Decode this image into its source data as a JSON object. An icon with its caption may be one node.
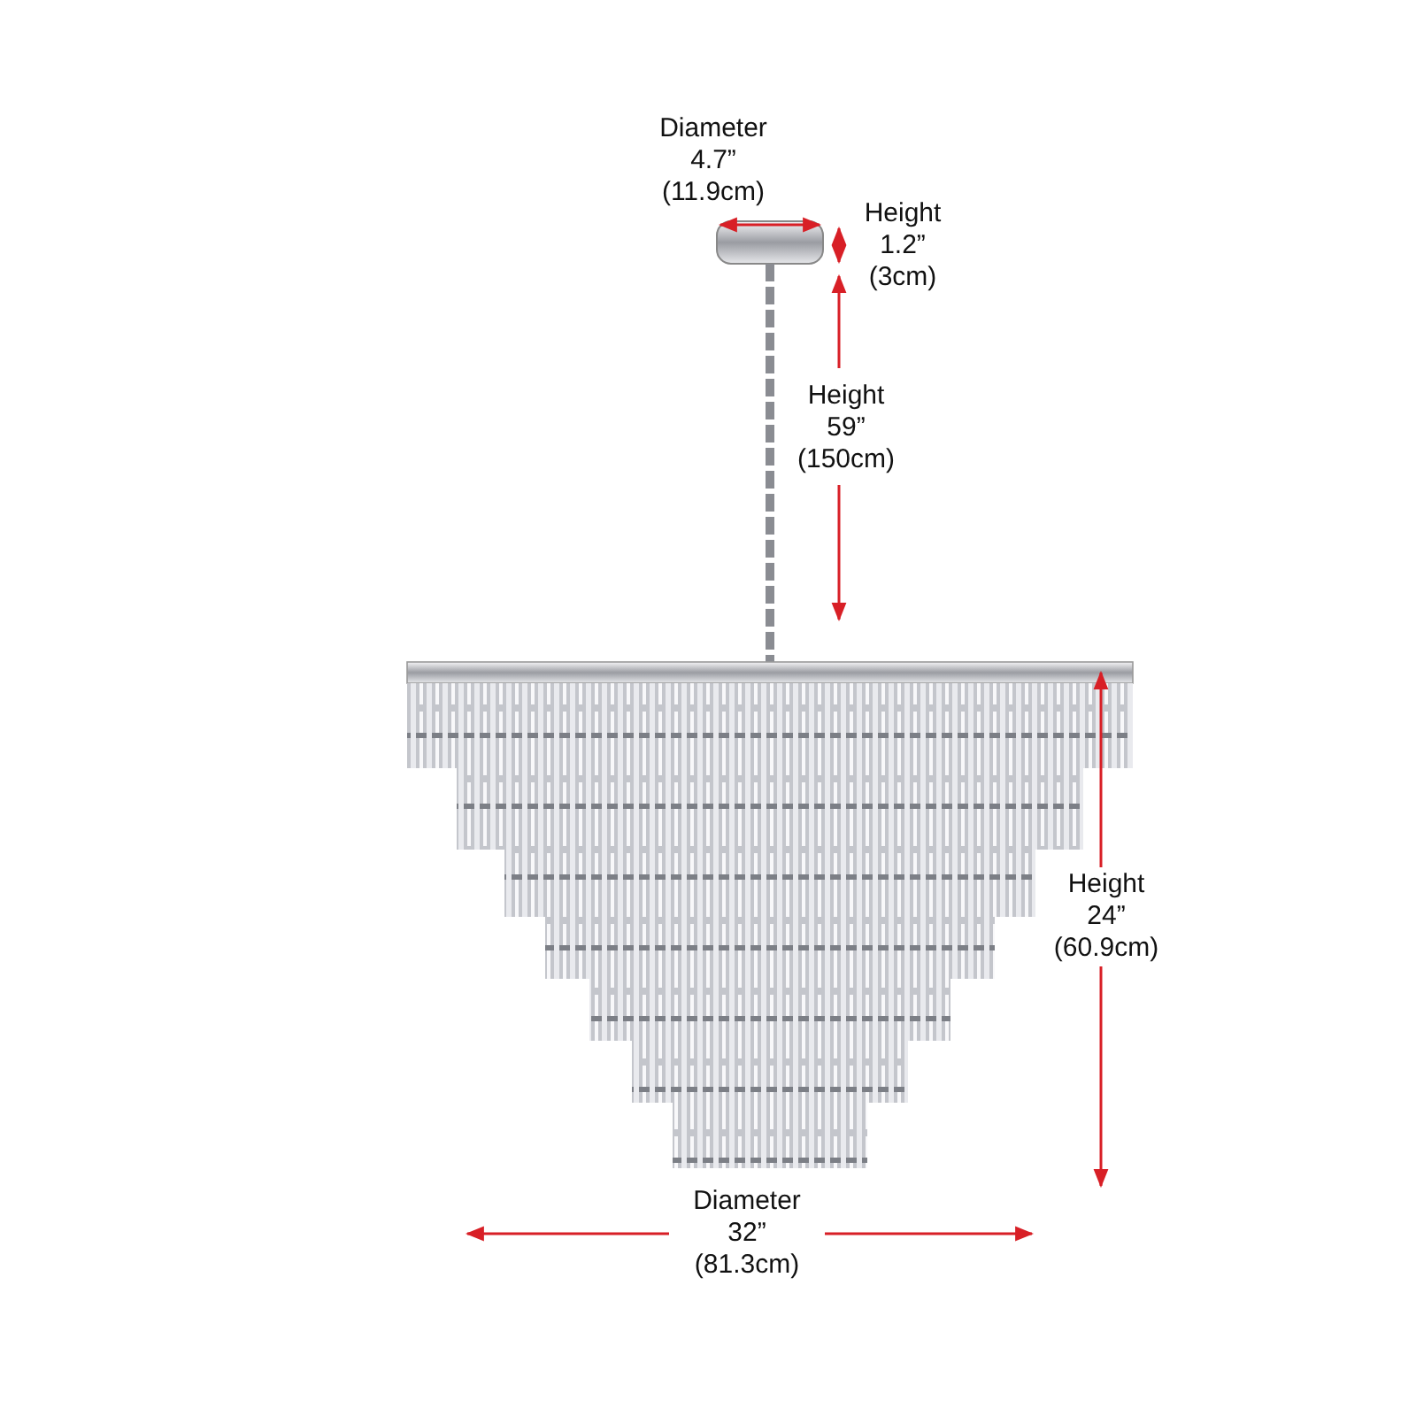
{
  "diagram": {
    "labels": [
      "Diameter 4.7” (11.9cm)",
      "Height 1.2” (3cm)",
      "Height 59” (150cm)",
      "Height 24” (60.9cm)",
      "Diameter 32” (81.3cm)"
    ]
  }
}
